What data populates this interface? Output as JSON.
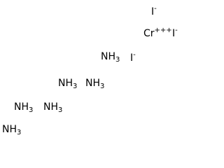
{
  "ions": {
    "iodide": {
      "symbol": "I",
      "charge": "-"
    },
    "chromium": {
      "symbol": "Cr",
      "charge": "+++"
    }
  },
  "ligand": {
    "base": "NH",
    "subscript": "3"
  }
}
